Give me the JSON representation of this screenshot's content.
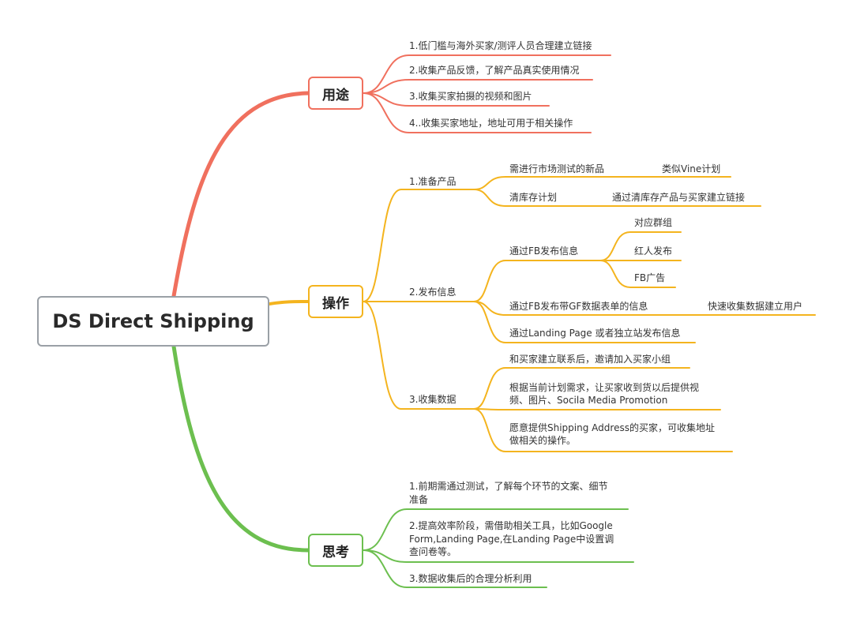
{
  "colors": {
    "usage": "#f0705e",
    "operation": "#f4b41e",
    "thinking": "#6cbf4f",
    "root_border": "#9aa0a6"
  },
  "root": {
    "title": "DS Direct Shipping"
  },
  "usage": {
    "label": "用途",
    "items": [
      "1.低门槛与海外买家/测评人员合理建立链接",
      "2.收集产品反馈，了解产品真实使用情况",
      "3.收集买家拍摄的视频和图片",
      "4..收集买家地址，地址可用于相关操作"
    ]
  },
  "operation": {
    "label": "操作",
    "prepare": {
      "label": "1.准备产品",
      "items": [
        {
          "text": "需进行市场测试的新品",
          "note": "类似Vine计划"
        },
        {
          "text": "清库存计划",
          "note": "通过清库存产品与买家建立链接"
        }
      ]
    },
    "publish": {
      "label": "2.发布信息",
      "fb": {
        "text": "通过FB发布信息",
        "children": [
          "对应群组",
          "红人发布",
          "FB广告"
        ]
      },
      "gf": {
        "text": "通过FB发布带GF数据表单的信息",
        "note": "快速收集数据建立用户"
      },
      "landing": "通过Landing Page 或者独立站发布信息"
    },
    "collect": {
      "label": "3.收集数据",
      "items": [
        [
          "和买家建立联系后，邀请加入买家小组"
        ],
        [
          "根据当前计划需求，让买家收到货以后提供视",
          "频、图片、Socila Media Promotion"
        ],
        [
          "愿意提供Shipping Address的买家，可收集地址",
          "做相关的操作。"
        ]
      ]
    }
  },
  "thinking": {
    "label": "思考",
    "items": [
      [
        "1.前期需通过测试，了解每个环节的文案、细节",
        "准备"
      ],
      [
        "2.提高效率阶段，需借助相关工具，比如Google",
        "Form,Landing Page,在Landing Page中设置调",
        "查问卷等。"
      ],
      [
        "3.数据收集后的合理分析利用"
      ]
    ]
  }
}
